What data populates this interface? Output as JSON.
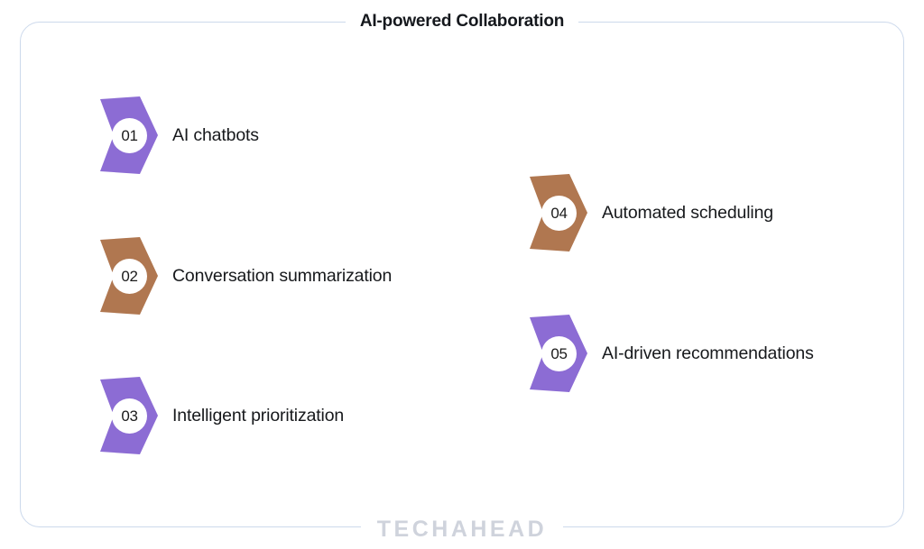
{
  "card": {
    "title": "AI-powered Collaboration",
    "border_color": "#ccd9ec",
    "background": "#ffffff"
  },
  "footer": {
    "watermark": "TECHAHEAD",
    "color": "#cfd3dc"
  },
  "colors": {
    "purple": "#8c6cd4",
    "brown": "#b07750",
    "text": "#17191c",
    "line": "#ccd9ec"
  },
  "features": [
    {
      "number": "01",
      "label": "AI chatbots",
      "color": "#8c6cd4",
      "color_name": "purple"
    },
    {
      "number": "02",
      "label": "Conversation summarization",
      "color": "#b07750",
      "color_name": "brown"
    },
    {
      "number": "03",
      "label": "Intelligent prioritization",
      "color": "#8c6cd4",
      "color_name": "purple"
    },
    {
      "number": "04",
      "label": "Automated scheduling",
      "color": "#b07750",
      "color_name": "brown"
    },
    {
      "number": "05",
      "label": "AI-driven recommendations",
      "color": "#8c6cd4",
      "color_name": "purple"
    }
  ]
}
